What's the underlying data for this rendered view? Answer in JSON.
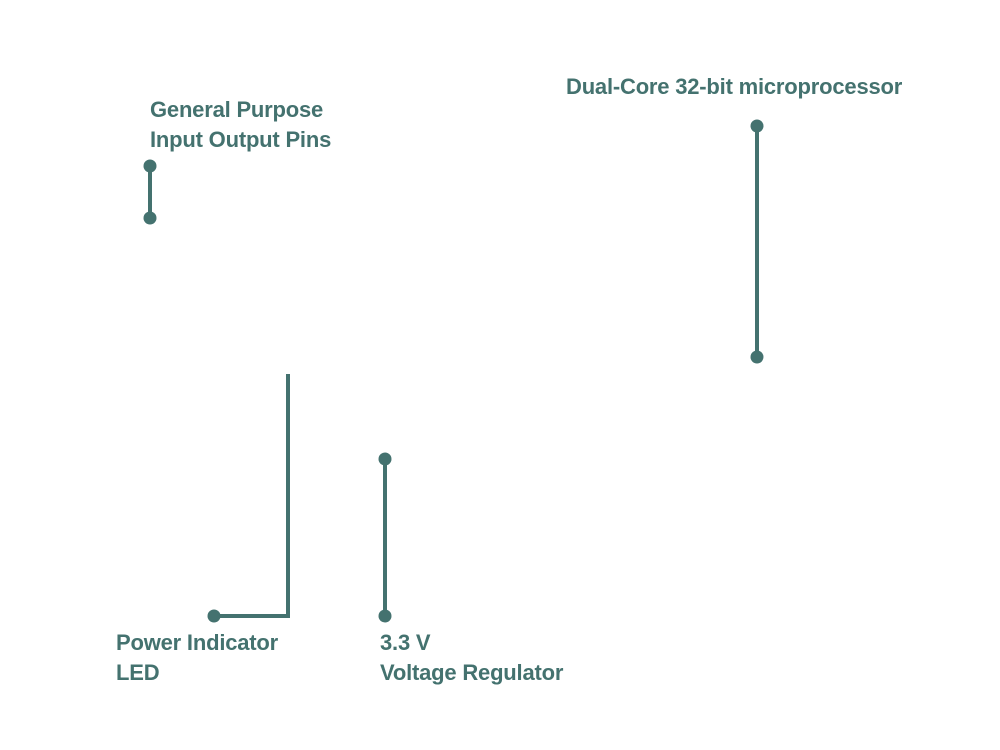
{
  "diagram": {
    "accent_color": "#44726f",
    "callouts": [
      {
        "id": "gpio",
        "lines": [
          "General Purpose",
          "Input Output Pins"
        ]
      },
      {
        "id": "cpu",
        "lines": [
          "Dual-Core 32-bit microprocessor"
        ]
      },
      {
        "id": "led",
        "lines": [
          "Power Indicator",
          "LED"
        ]
      },
      {
        "id": "regulator",
        "lines": [
          "3.3 V",
          "Voltage Regulator"
        ]
      }
    ]
  }
}
